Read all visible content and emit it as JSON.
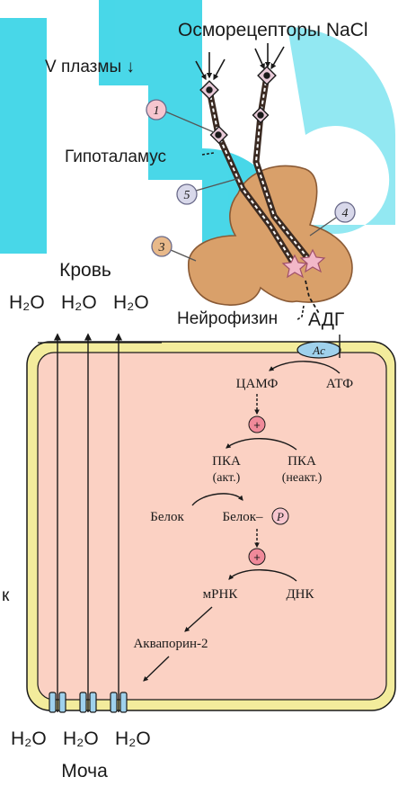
{
  "labels": {
    "osmoreceptors": "Осморецепторы NaCl",
    "plasma_volume": "V плазмы ↓",
    "hypothalamus": "Гипоталамус",
    "blood": "Кровь",
    "water": "H₂O",
    "neurophysin": "Нейрофизин",
    "adh": "АДГ",
    "ac": "Ac",
    "camp": "ЦАМФ",
    "atp": "АТФ",
    "plus": "+",
    "pka_active": "ПКА",
    "pka_active_state": "(акт.)",
    "pka_inactive": "ПКА",
    "pka_inactive_state": "(неакт.)",
    "protein": "Белок",
    "protein_p": "Белок–",
    "phosphate": "P",
    "mrna": "мРНК",
    "dna": "ДНК",
    "aquaporin": "Аквапорин-2",
    "urine": "Моча",
    "edge_letter": "к"
  },
  "markers": [
    "1",
    "3",
    "4",
    "5"
  ],
  "colors": {
    "watermark": "#35d3e6",
    "pituitary": "#d9a06a",
    "pituitary_stroke": "#8a5a35",
    "cell_fill": "#fbd1c3",
    "cell_border": "#f3ec9c",
    "channel": "#9fd1ec",
    "marker_fill": "#f7c6cf",
    "plus_fill": "#f08a9a"
  }
}
